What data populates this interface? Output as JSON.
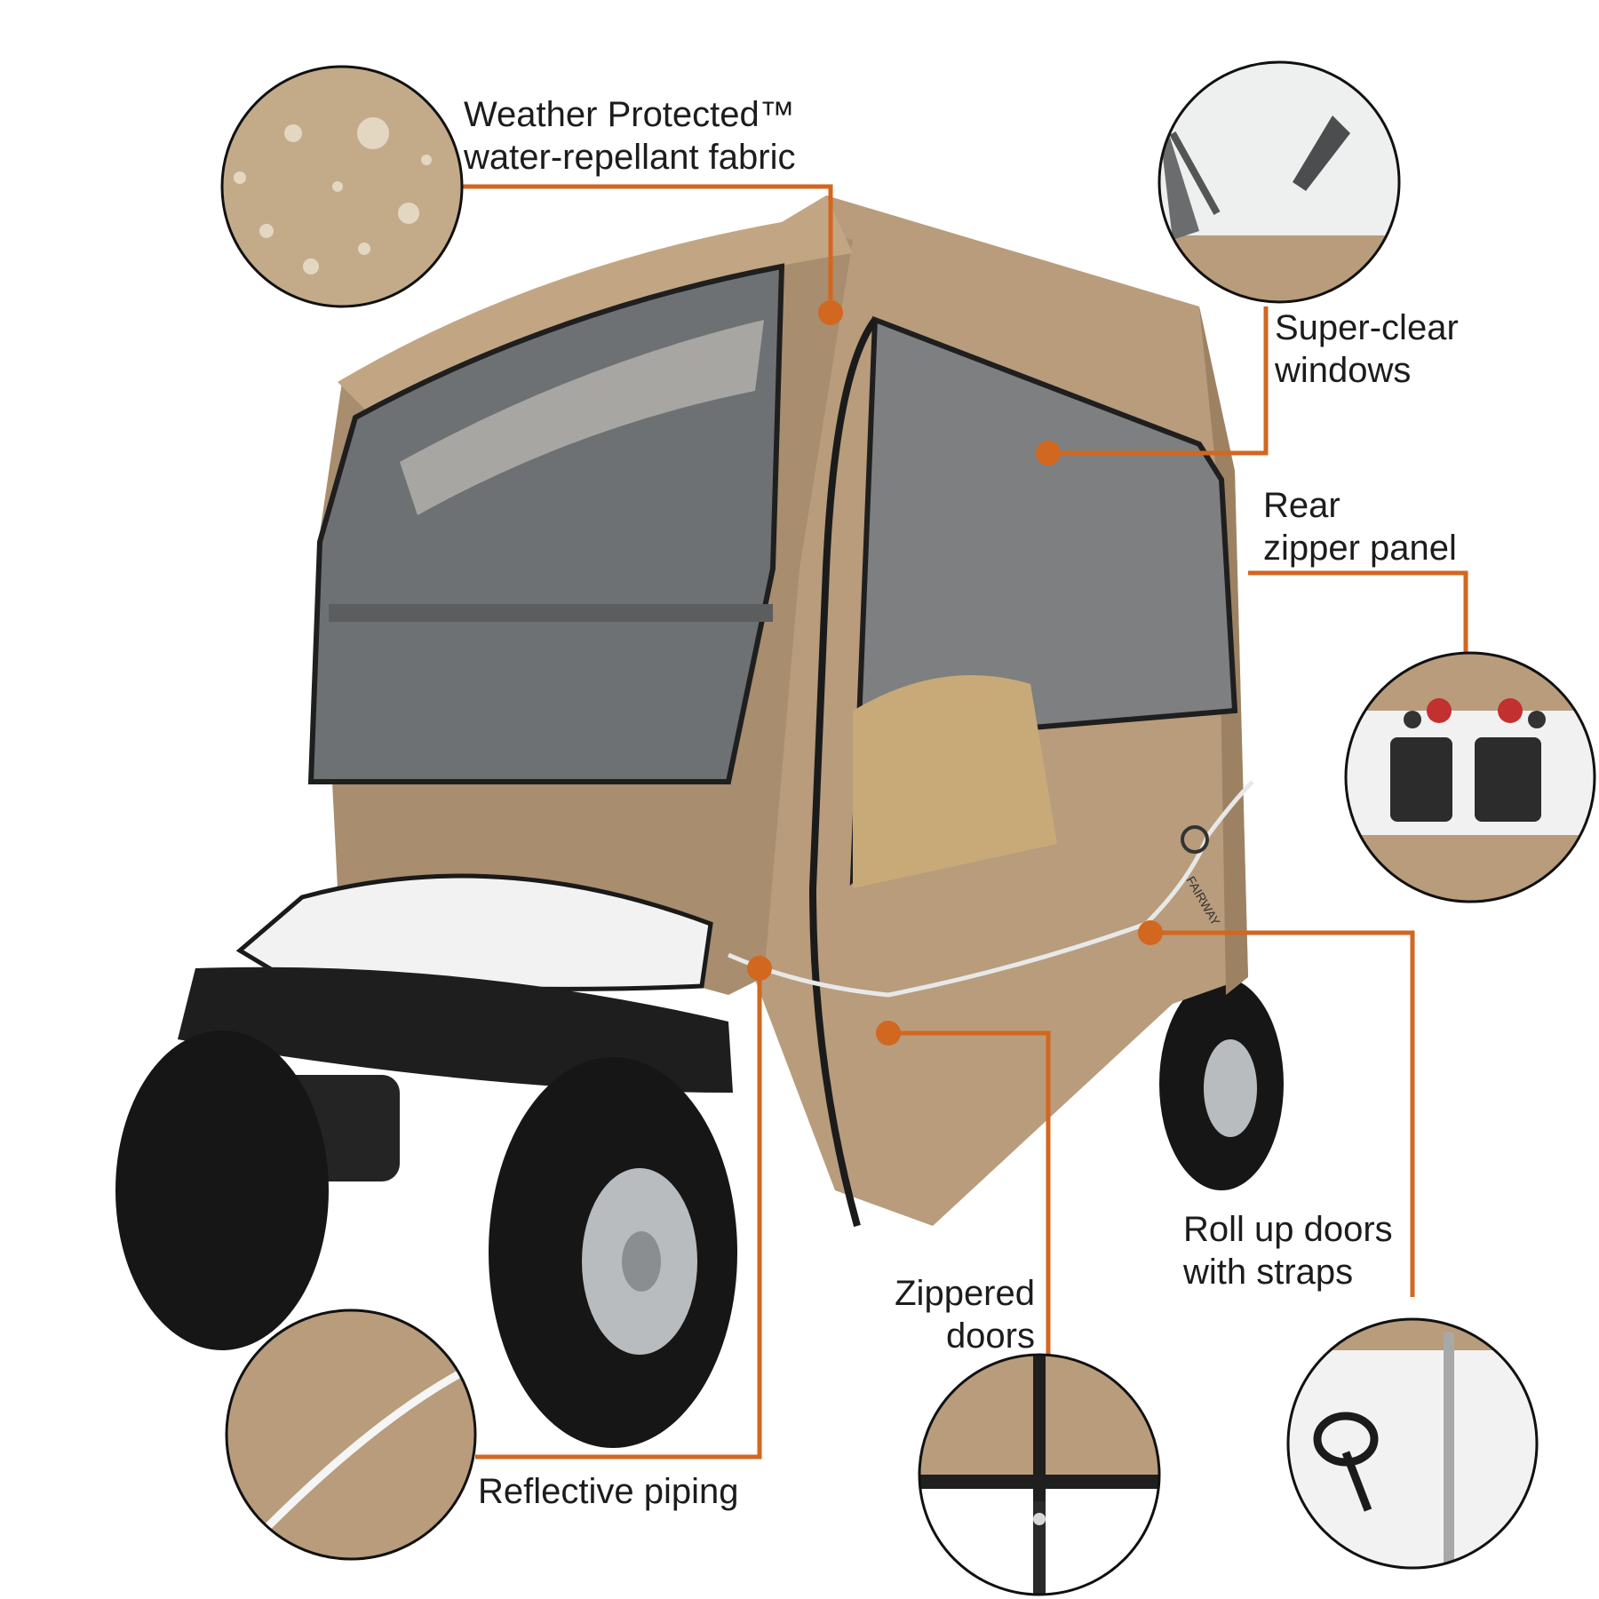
{
  "colors": {
    "callout": "#d2671f",
    "fabric": "#b89c7c",
    "fabric_dark": "#8f7658",
    "body_white": "#f2f2f2",
    "bumper": "#1e1e1e",
    "tire": "#161616",
    "rim": "#b9bcbf",
    "window": "#7d7f80",
    "piping": "#e8e8e8"
  },
  "product": {
    "logo_text": "FAIRWAY"
  },
  "features": [
    {
      "id": "fabric",
      "lines": [
        "Weather Protected™",
        "water-repellant fabric"
      ]
    },
    {
      "id": "windows",
      "lines": [
        "Super-clear",
        "windows"
      ]
    },
    {
      "id": "rear-panel",
      "lines": [
        "Rear",
        "zipper panel"
      ]
    },
    {
      "id": "roll-up",
      "lines": [
        "Roll up doors",
        "with straps"
      ]
    },
    {
      "id": "zippered",
      "lines": [
        "Zippered",
        "doors"
      ]
    },
    {
      "id": "piping",
      "lines": [
        "Reflective piping"
      ]
    }
  ],
  "icons": {
    "fabric_detail": "fabric-texture-icon",
    "window_detail": "clear-window-icon",
    "rear_detail": "golf-bags-icon",
    "door_detail": "steering-wheel-icon",
    "zipper_detail": "zipper-icon",
    "piping_detail": "piping-icon"
  }
}
